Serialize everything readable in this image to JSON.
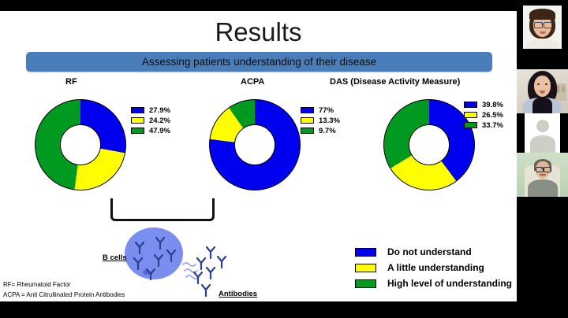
{
  "slide": {
    "title": "Results",
    "banner_text": "Assessing patients understanding of their disease",
    "charts": [
      {
        "id": "rf",
        "title": "RF",
        "legend": [
          {
            "color": "#0000ee",
            "value": "27.9%"
          },
          {
            "color": "#ffff00",
            "value": "24.2%"
          },
          {
            "color": "#009a20",
            "value": "47.9%"
          }
        ]
      },
      {
        "id": "acpa",
        "title": "ACPA",
        "legend": [
          {
            "color": "#0000ee",
            "value": "77%"
          },
          {
            "color": "#ffff00",
            "value": "13.3%"
          },
          {
            "color": "#009a20",
            "value": "9.7%"
          }
        ]
      },
      {
        "id": "das",
        "title": "DAS (Disease Activity Measure)",
        "legend": [
          {
            "color": "#0000ee",
            "value": "39.8%"
          },
          {
            "color": "#ffff00",
            "value": "26.5%"
          },
          {
            "color": "#009a20",
            "value": "33.7%"
          }
        ]
      }
    ],
    "main_legend": [
      {
        "color": "#0000ee",
        "label": "Do not understand"
      },
      {
        "color": "#ffff00",
        "label": "A little understanding"
      },
      {
        "color": "#009a20",
        "label": "High level of understanding"
      }
    ],
    "diagram": {
      "bcell_label": "B cells",
      "antibodies_label": "Antibodies"
    },
    "footnotes": [
      "RF= Rheumatoid Factor",
      "ACPA = Anti Citrullinated Protein Antibodies"
    ]
  },
  "video_panel": {
    "tiles": [
      {
        "name": "participant-1"
      },
      {
        "name": "participant-2"
      },
      {
        "name": "participant-3-avatar"
      },
      {
        "name": "participant-4"
      }
    ]
  },
  "chart_data": [
    {
      "type": "pie",
      "title": "RF",
      "categories": [
        "Do not understand",
        "A little understanding",
        "High level of understanding"
      ],
      "values": [
        27.9,
        24.2,
        47.9
      ],
      "labels": [
        "27.9%",
        "24.2%",
        "47.9%"
      ],
      "colors": [
        "#0000ee",
        "#ffff00",
        "#009a20"
      ],
      "donut": true,
      "legend_position": "right",
      "start_angle": 0,
      "direction": "clockwise"
    },
    {
      "type": "pie",
      "title": "ACPA",
      "categories": [
        "Do not understand",
        "A little understanding",
        "High level of understanding"
      ],
      "values": [
        77.0,
        13.3,
        9.7
      ],
      "labels": [
        "77%",
        "13.3%",
        "9.7%"
      ],
      "colors": [
        "#0000ee",
        "#ffff00",
        "#009a20"
      ],
      "donut": true,
      "legend_position": "right",
      "start_angle": 0,
      "direction": "clockwise"
    },
    {
      "type": "pie",
      "title": "DAS (Disease Activity Measure)",
      "categories": [
        "Do not understand",
        "A little understanding",
        "High level of understanding"
      ],
      "values": [
        39.8,
        26.5,
        33.7
      ],
      "labels": [
        "39.8%",
        "26.5%",
        "33.7%"
      ],
      "colors": [
        "#0000ee",
        "#ffff00",
        "#009a20"
      ],
      "donut": true,
      "legend_position": "right",
      "start_angle": 0,
      "direction": "clockwise"
    }
  ]
}
